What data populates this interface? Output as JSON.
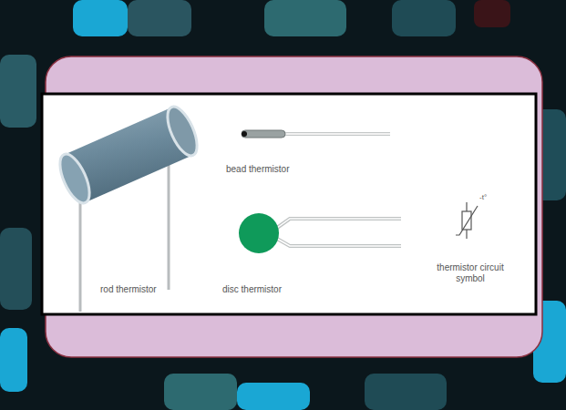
{
  "diagram": {
    "labels": [
      "bead thermistor",
      "-t°",
      "rod thermistor",
      "disc thermistor",
      "thermistor circuit symbol"
    ]
  }
}
